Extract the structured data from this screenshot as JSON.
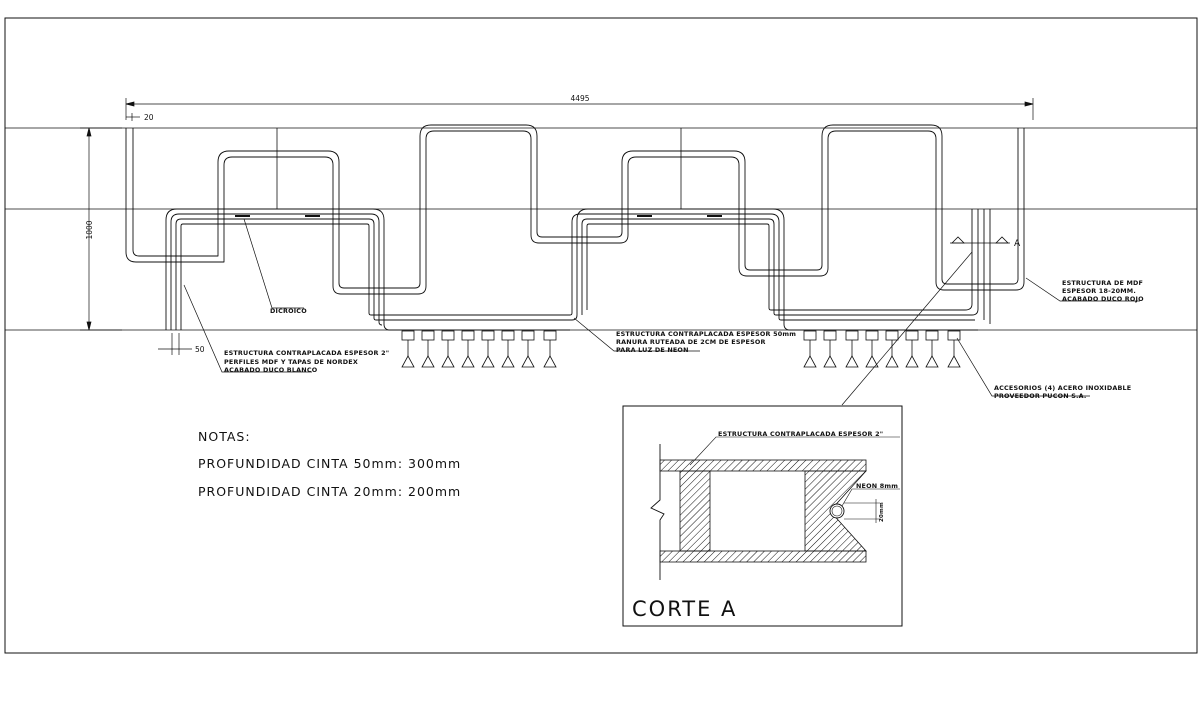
{
  "dimensions": {
    "total_width": "4495",
    "offset_left": "20",
    "height": "1000",
    "bottom_gap": "50"
  },
  "labels": {
    "dicroico": "DICROICO",
    "left_structure": [
      "ESTRUCTURA CONTRAPLACADA ESPESOR 2\"",
      "PERFILES MDF Y TAPAS DE NORDEX",
      "ACABADO DUCO BLANCO"
    ],
    "center_structure": [
      "ESTRUCTURA CONTRAPLACADA ESPESOR 50mm",
      "RANURA RUTEADA DE 2CM DE ESPESOR",
      "PARA LUZ DE NEON"
    ],
    "right_structure": [
      "ESTRUCTURA DE MDF",
      "ESPESOR 18-20MM.",
      "ACABADO DUCO ROJO"
    ],
    "accessories": [
      "ACCESORIOS (4) ACERO INOXIDABLE",
      "PROVEEDOR PUCON S.A."
    ],
    "section_marker": "A"
  },
  "notes": {
    "title": "NOTAS:",
    "line1": "PROFUNDIDAD CINTA 50mm: 300mm",
    "line2": "PROFUNDIDAD CINTA 20mm: 200mm"
  },
  "section": {
    "title": "CORTE A",
    "label_structure": "ESTRUCTURA CONTRAPLACADA ESPESOR 2\"",
    "label_neon": "NEON 8mm",
    "dim_small": "20mm"
  }
}
